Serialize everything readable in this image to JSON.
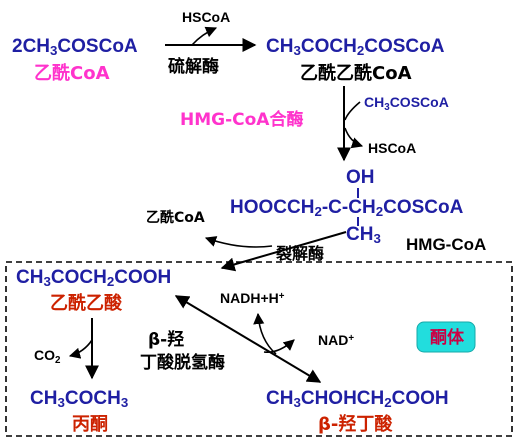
{
  "colors": {
    "formula": "#1f1fa3",
    "name_magenta": "#ff33cc",
    "name_red": "#cc2200",
    "black": "#000000",
    "ketone_box_fill": "#22dddd",
    "ketone_text": "#cc0044"
  },
  "step1": {
    "reactant": "2CH3COSCoA",
    "reactant_name": "乙酰CoA",
    "byproduct": "HSCoA",
    "enzyme": "硫解酶",
    "product": "CH3COCH2COSCoA",
    "product_name": "乙酰乙酰CoA"
  },
  "step2": {
    "enzyme": "HMG-CoA合酶",
    "substrate_in": "CH3COSCoA",
    "byproduct": "HSCoA"
  },
  "hmg": {
    "oh": "OH",
    "chain": "HOOCCH2-C-CH2COSCoA",
    "methyl": "CH3",
    "name": "HMG-CoA"
  },
  "step3": {
    "byproduct": "乙酰CoA",
    "enzyme": "裂解酶"
  },
  "acetoacetate": {
    "formula": "CH3COCH2COOH",
    "name": "乙酰乙酸"
  },
  "acetone": {
    "co2": "CO2",
    "formula": "CH3COCH3",
    "name": "丙酮"
  },
  "hydroxybutyrate": {
    "formula": "CH3CHOHCH2COOH",
    "name": "β-羟丁酸"
  },
  "dehydrogenase": {
    "line1": "β-羟",
    "line2": "丁酸脱氢酶",
    "nadh": "NADH+H+",
    "nad": "NAD+"
  },
  "ketone_bodies_label": "酮体"
}
